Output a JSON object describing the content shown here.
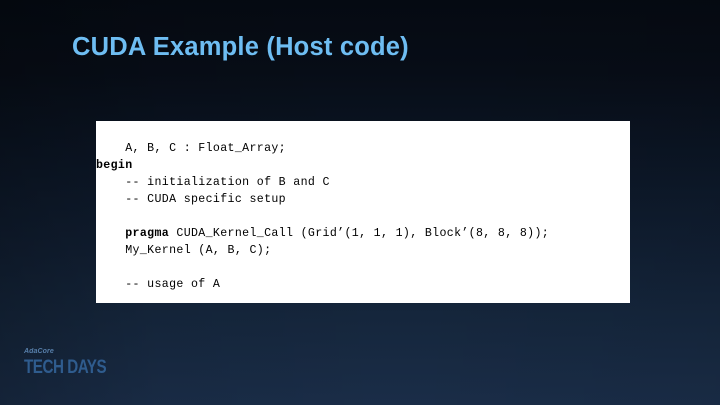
{
  "slide": {
    "title": "CUDA Example (Host code)",
    "title_color": "#6ebdf2",
    "background_top_color": "#050a12",
    "background_bottom_color": "#1a2d48"
  },
  "code_card": {
    "background_color": "#ffffff",
    "text_color": "#000000",
    "lines": [
      {
        "id": "line-1",
        "text": "    A, B, C : Float_Array;",
        "bold_prefix": ""
      },
      {
        "id": "line-2",
        "text": "",
        "bold_prefix": "begin"
      },
      {
        "id": "line-3",
        "text": "    -- initialization of B and C",
        "bold_prefix": ""
      },
      {
        "id": "line-4",
        "text": "    -- CUDA specific setup",
        "bold_prefix": ""
      },
      {
        "id": "line-5",
        "text": "",
        "bold_prefix": ""
      },
      {
        "id": "line-6",
        "text": " CUDA_Kernel_Call (Grid’(1, 1, 1), Block’(8, 8, 8));",
        "bold_prefix": "    pragma"
      },
      {
        "id": "line-7",
        "text": "    My_Kernel (A, B, C);",
        "bold_prefix": ""
      },
      {
        "id": "line-8",
        "text": "",
        "bold_prefix": ""
      },
      {
        "id": "line-9",
        "text": "    -- usage of A",
        "bold_prefix": ""
      }
    ]
  },
  "logo": {
    "top_text": "AdaCore",
    "main_text": "TECH DAYS",
    "top_color": "#5d87b4",
    "main_color": "#2f5c8e"
  }
}
